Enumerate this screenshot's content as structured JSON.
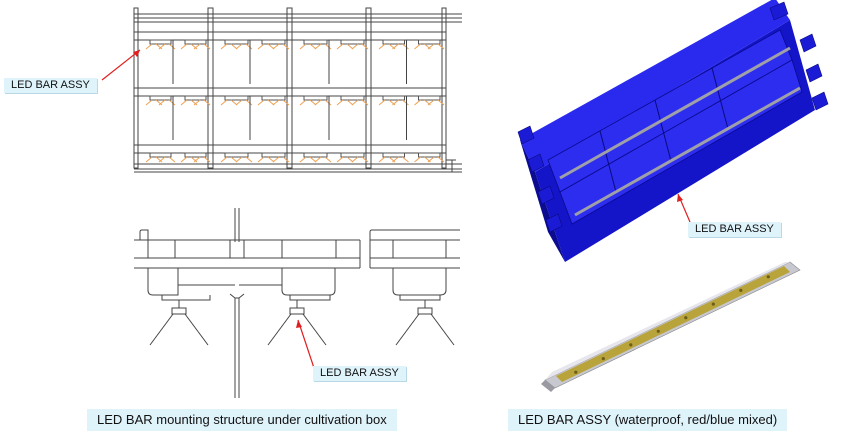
{
  "labels": {
    "top_left": "LED BAR ASSY",
    "bottom_left": "LED BAR ASSY",
    "right_blue": "LED BAR ASSY"
  },
  "captions": {
    "left": "LED BAR mounting structure under cultivation box",
    "right": "LED BAR ASSY (waterproof, red/blue mixed)"
  },
  "colors": {
    "callout_arrow": "#e02020",
    "assembly_blue": "#1a1ad8",
    "bar_gold": "#b8a43a",
    "label_bg": "#dff3fb"
  }
}
